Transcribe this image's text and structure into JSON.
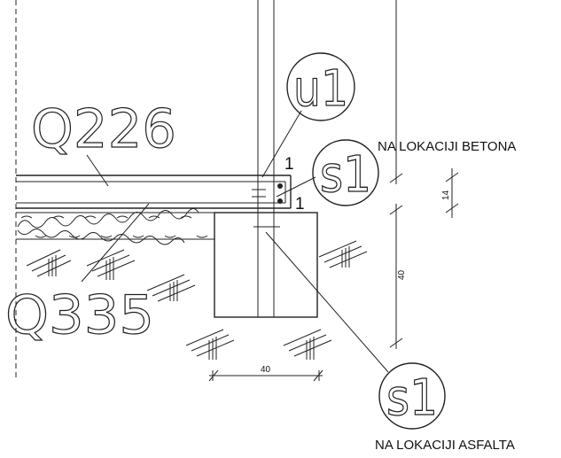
{
  "labels": {
    "mesh_top": "Q226",
    "mesh_bottom": "Q335",
    "callout_u1": "u1",
    "callout_s1_upper": "s1",
    "callout_s1_lower": "s1",
    "leader_num_1": "1",
    "leader_num_2": "1"
  },
  "notes": {
    "concrete_location": "NA LOKACIJI BETONA",
    "asphalt_location": "NA LOKACIJI ASFALTA"
  },
  "dimensions": {
    "slab_thickness": "14",
    "footing_height": "40",
    "footing_width": "40"
  }
}
